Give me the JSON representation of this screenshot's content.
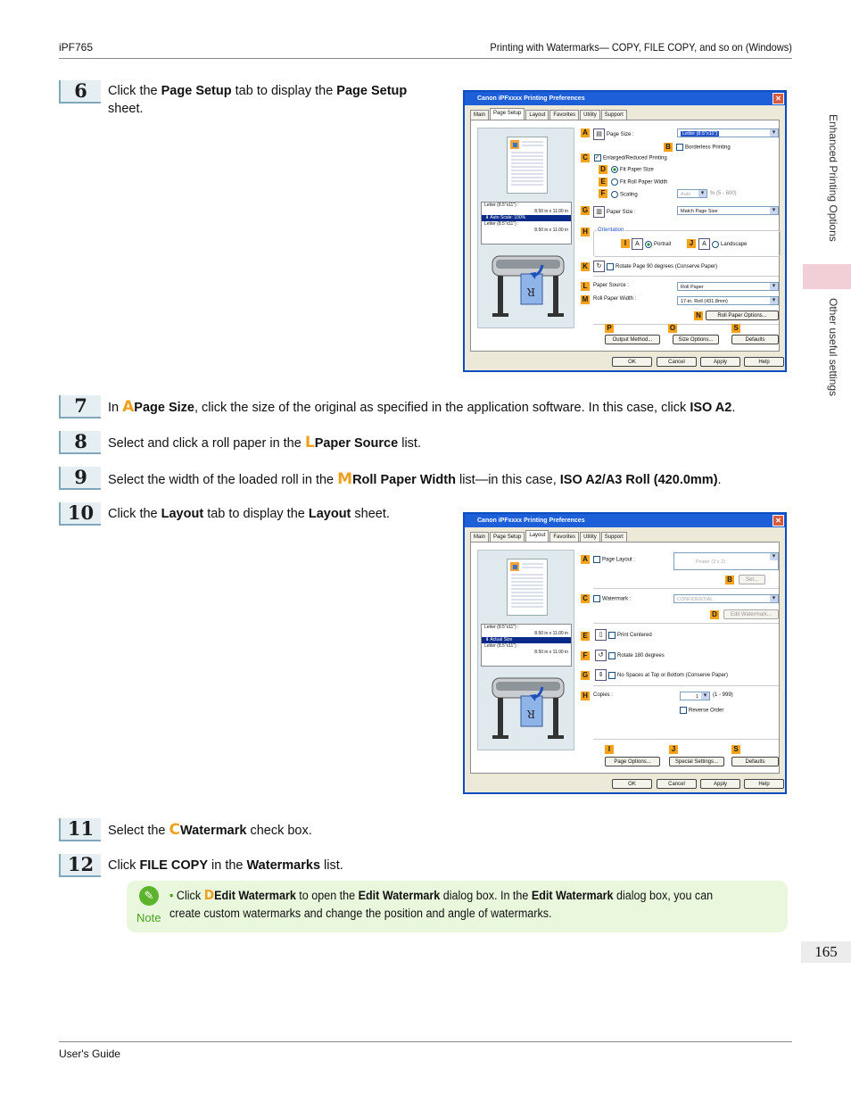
{
  "header": {
    "left": "iPF765",
    "right": "Printing with Watermarks— COPY, FILE COPY, and so on (Windows)"
  },
  "sidebar": {
    "section": "Enhanced Printing Options",
    "subsection": "Other useful settings"
  },
  "page_number": "165",
  "footer": {
    "left": "User's Guide"
  },
  "steps": [
    {
      "num": "6",
      "t1": "Click the ",
      "b1": "Page Setup",
      "t2": " tab to display the ",
      "b2": "Page Setup",
      "t3": " sheet."
    },
    {
      "num": "7",
      "t1": "In ",
      "key": "A",
      "b1": "Page Size",
      "t2": ", click the size of the original as specified in the application software. In this case, click ",
      "b2": "ISO A2",
      "t3": "."
    },
    {
      "num": "8",
      "t1": "Select and click a roll paper in the ",
      "key": "L",
      "b1": "Paper Source",
      "t2": " list."
    },
    {
      "num": "9",
      "t1": "Select the width of the loaded roll in the ",
      "key": "M",
      "b1": "Roll Paper Width",
      "t2": " list—in this case, ",
      "b2": "ISO A2/A3 Roll (420.0mm)",
      "t3": "."
    },
    {
      "num": "10",
      "t1": "Click the ",
      "b1": "Layout",
      "t2": " tab to display the ",
      "b2": "Layout",
      "t3": " sheet."
    },
    {
      "num": "11",
      "t1": "Select the ",
      "key": "C",
      "b1": "Watermark",
      "t2": " check box."
    },
    {
      "num": "12",
      "t1": "Click ",
      "b1": "FILE COPY",
      "t2": " in the ",
      "b2": "Watermarks",
      "t3": " list."
    }
  ],
  "note": {
    "label": "Note",
    "bullet": "•",
    "t1": "Click ",
    "key": "D",
    "b1": "Edit Watermark",
    "t2": " to open the ",
    "b2": "Edit Watermark",
    "t3": " dialog box. In the ",
    "b3": "Edit Watermark",
    "t4": " dialog box, you can create custom watermarks and change the position and angle of watermarks."
  },
  "dialog1": {
    "title": "Canon iPFxxxx Printing Preferences",
    "tabs": [
      "Main",
      "Page Setup",
      "Layout",
      "Favorites",
      "Utility",
      "Support"
    ],
    "active_tab": "Page Setup",
    "preview": {
      "line1": "Letter (8.5\"x11\") :",
      "line2": "8.50 in x 11.00 in",
      "bar": "Auto Scale: 100%",
      "line3": "Letter (8.5\"x11\") :",
      "line4": "8.50 in x 11.00 in"
    },
    "page_size_label": "Page Size :",
    "page_size_value": "Letter (8.5\"x11\")",
    "borderless": "Borderless Printing",
    "enlarged": "Enlarged/Reduced Printing",
    "fit_page": "Fit Paper Size",
    "fit_roll": "Fit Roll Paper Width",
    "scaling": "Scaling",
    "scaling_value": "Auto",
    "scaling_range": "% (5 - 600)",
    "paper_size_label": "Paper Size :",
    "paper_size_value": "Match Page Size",
    "orientation": "Orientation",
    "portrait": "Portrait",
    "landscape": "Landscape",
    "rotate": "Rotate Page 90 degrees (Conserve Paper)",
    "paper_source_label": "Paper Source :",
    "paper_source_value": "Roll Paper",
    "roll_width_label": "Roll Paper Width :",
    "roll_width_value": "17-in. Roll (431.8mm)",
    "roll_options": "Roll Paper Options...",
    "output_method": "Output Method...",
    "size_options": "Size Options...",
    "defaults": "Defaults",
    "ok": "OK",
    "cancel": "Cancel",
    "apply": "Apply",
    "help": "Help",
    "letters": [
      "A",
      "B",
      "C",
      "D",
      "E",
      "F",
      "G",
      "H",
      "I",
      "J",
      "K",
      "L",
      "M",
      "N",
      "P",
      "O",
      "S"
    ]
  },
  "dialog2": {
    "title": "Canon iPFxxxx Printing Preferences",
    "tabs": [
      "Main",
      "Page Setup",
      "Layout",
      "Favorites",
      "Utility",
      "Support"
    ],
    "active_tab": "Layout",
    "preview": {
      "line1": "Letter (8.5\"x11\") :",
      "line2": "8.50 in x 11.00 in",
      "bar": "Actual Size",
      "line3": "Letter (8.5\"x11\") :",
      "line4": "8.50 in x 11.00 in"
    },
    "page_layout": "Page Layout :",
    "page_layout_value": "Poster (2 x 2)",
    "set": "Set...",
    "watermark": "Watermark :",
    "watermark_value": "CONFIDENTIAL",
    "edit_watermark": "Edit Watermark...",
    "print_centered": "Print Centered",
    "rotate180": "Rotate 180 degrees",
    "no_spaces": "No Spaces at Top or Bottom (Conserve Paper)",
    "copies": "Copies :",
    "copies_value": "1",
    "copies_range": "(1 - 999)",
    "reverse": "Reverse Order",
    "page_options": "Page Options...",
    "special_settings": "Special Settings...",
    "defaults": "Defaults",
    "ok": "OK",
    "cancel": "Cancel",
    "apply": "Apply",
    "help": "Help",
    "letters": [
      "A",
      "B",
      "C",
      "D",
      "E",
      "F",
      "G",
      "H",
      "I",
      "J",
      "S"
    ]
  }
}
